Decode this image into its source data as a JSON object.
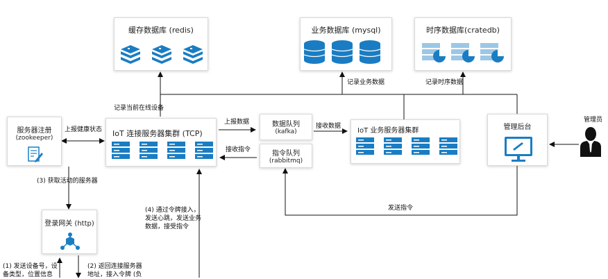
{
  "nodes": {
    "redis": "缓存数据库 (redis)",
    "mysql": "业务数据库 (mysql)",
    "cratedb": "时序数据库(cratedb)",
    "registry_title": "服务器注册",
    "registry_sub": "(zookeeper)",
    "tcp_cluster": "IoT 连接服务器集群 (TCP)",
    "data_queue_title": "数据队列",
    "data_queue_sub": "(kafka)",
    "cmd_queue_title": "指令队列",
    "cmd_queue_sub": "(rabbitmq)",
    "biz_cluster": "IoT 业务服务器集群",
    "admin": "管理后台",
    "admin_user": "管理员",
    "login_gateway": "登录网关 (http)"
  },
  "edges": {
    "record_online": "记录当前在线设备",
    "record_biz": "记录业务数据",
    "record_ts": "记录时序数据",
    "report_health": "上报健康状态",
    "report_data": "上报数据",
    "receive_cmd": "接收指令",
    "receive_data": "接收数据",
    "send_cmd": "发送指令",
    "get_active": "(3) 获取活动的服务器",
    "step4": "(4) 通过令牌接入，发送心跳，发送业务数据，接受指令",
    "step1": "(1) 发送设备号，设备类型，位置信息",
    "step2": "(2) 返回连接服务器地址，接入令牌 (负"
  }
}
